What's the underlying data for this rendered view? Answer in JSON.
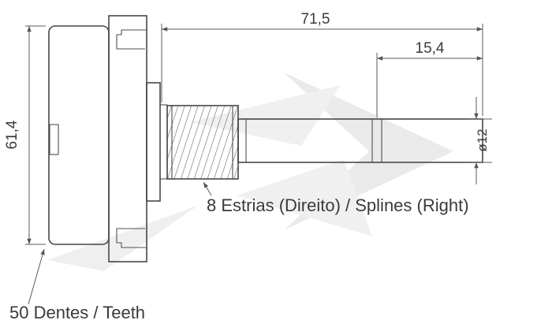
{
  "drawing": {
    "dims": {
      "total_length": "71,5",
      "end_section_length": "15,4",
      "gear_height": "61,4",
      "shaft_diameter": "ø12"
    },
    "labels": {
      "splines": "8 Estrias (Direito) / Splines (Right)",
      "teeth": "50 Dentes / Teeth"
    },
    "colors": {
      "line": "#474747",
      "text": "#3a3a3a",
      "watermark": "#ebebeb"
    }
  }
}
